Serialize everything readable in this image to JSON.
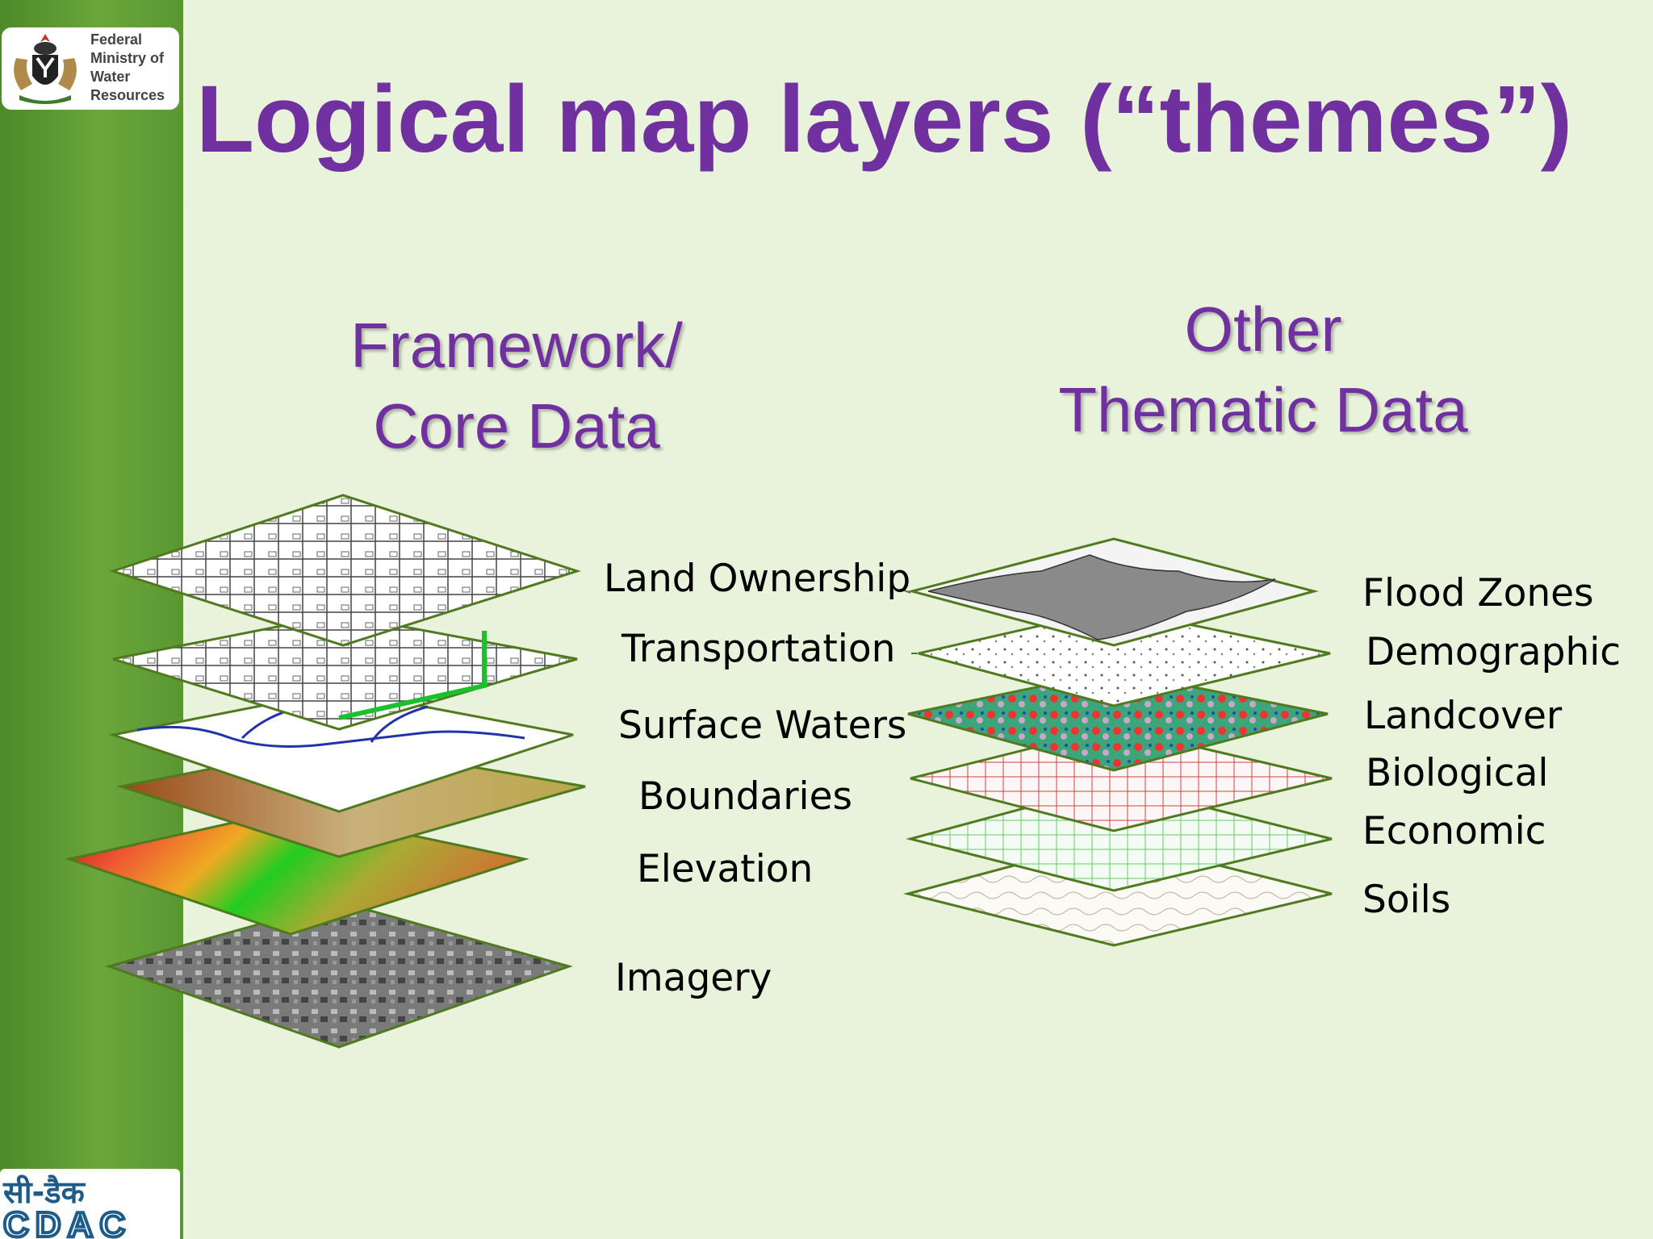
{
  "header": {
    "logo_text": [
      "Federal",
      "Ministry of",
      "Water",
      "Resources"
    ],
    "title": "Logical map layers (“themes”)"
  },
  "left_column": {
    "heading_line1": "Framework/",
    "heading_line2": "Core Data",
    "layers": [
      "Land Ownership",
      "Transportation",
      "Surface Waters",
      "Boundaries",
      "Elevation",
      "Imagery"
    ]
  },
  "right_column": {
    "heading_line1": "Other",
    "heading_line2": "Thematic Data",
    "layers": [
      "Flood Zones",
      "Demographic",
      "Landcover",
      "Biological",
      "Economic",
      "Soils"
    ]
  },
  "footer": {
    "cdac_hindi": "सी-डैक",
    "cdac_english": "CDAC"
  },
  "colors": {
    "title": "#7030a0",
    "background": "#e9f3dc",
    "sidebar": "#5a9732",
    "layer_border": "#4f7a1e"
  }
}
